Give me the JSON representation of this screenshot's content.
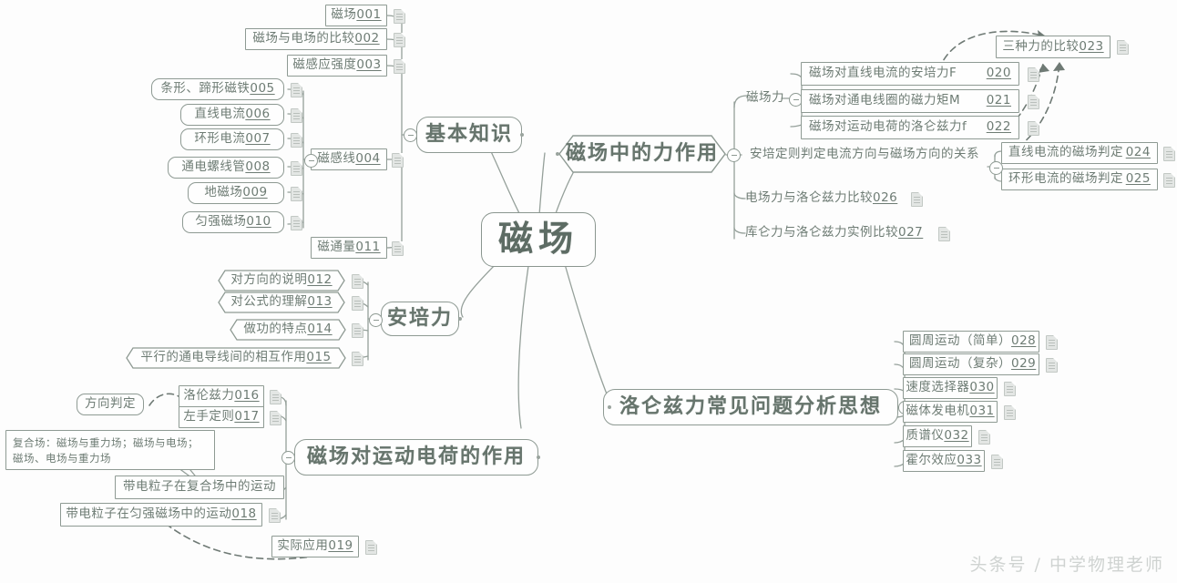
{
  "central": {
    "title": "磁场"
  },
  "watermark": "头条号 / 中学物理老师",
  "branches": {
    "basic": {
      "label": "基本知识"
    },
    "force": {
      "label": "磁场中的力作用"
    },
    "ampere": {
      "label": "安培力"
    },
    "moving_charge": {
      "label": "磁场对运动电荷的作用"
    },
    "lorentz_analysis": {
      "label": "洛仑兹力常见问题分析思想"
    }
  },
  "groups": {
    "magnetic_force": "磁场力",
    "direction_judge": "方向判定"
  },
  "nodes": {
    "n001": {
      "label": "磁场",
      "code": "001"
    },
    "n002": {
      "label": "磁场与电场的比较",
      "code": "002"
    },
    "n003": {
      "label": "磁感应强度",
      "code": "003"
    },
    "n004": {
      "label": "磁感线",
      "code": "004"
    },
    "n005": {
      "label": "条形、蹄形磁铁",
      "code": "005"
    },
    "n006": {
      "label": "直线电流",
      "code": "006"
    },
    "n007": {
      "label": "环形电流",
      "code": "007"
    },
    "n008": {
      "label": "通电螺线管",
      "code": "008"
    },
    "n009": {
      "label": "地磁场",
      "code": "009"
    },
    "n010": {
      "label": "匀强磁场",
      "code": "010"
    },
    "n011": {
      "label": "磁通量",
      "code": "011"
    },
    "n012": {
      "label": "对方向的说明",
      "code": "012"
    },
    "n013": {
      "label": "对公式的理解",
      "code": "013"
    },
    "n014": {
      "label": "做功的特点",
      "code": "014"
    },
    "n015": {
      "label": "平行的通电导线间的相互作用",
      "code": "015"
    },
    "n016": {
      "label": "洛伦兹力",
      "code": "016"
    },
    "n017": {
      "label": "左手定则",
      "code": "017"
    },
    "n018": {
      "label": "带电粒子在匀强磁场中的运动",
      "code": "018"
    },
    "n019": {
      "label": "实际应用",
      "code": "019"
    },
    "n020": {
      "label": "磁场对直线电流的安培力F",
      "code": "020"
    },
    "n021": {
      "label": "磁场对通电线圈的磁力矩M",
      "code": "021"
    },
    "n022": {
      "label": "磁场对运动电荷的洛仑兹力f",
      "code": "022"
    },
    "n023": {
      "label": "三种力的比较",
      "code": "023"
    },
    "n024": {
      "label": "直线电流的磁场判定",
      "code": "024"
    },
    "n025": {
      "label": "环形电流的磁场判定",
      "code": "025"
    },
    "n026": {
      "label": "电场力与洛仑兹力比较",
      "code": "026"
    },
    "n027": {
      "label": "库仑力与洛仑兹力实例比较",
      "code": "027"
    },
    "n028": {
      "label": "圆周运动（简单）",
      "code": "028"
    },
    "n029": {
      "label": "圆周运动（复杂）",
      "code": "029"
    },
    "n030": {
      "label": "速度选择器",
      "code": "030"
    },
    "n031": {
      "label": "磁体发电机",
      "code": "031"
    },
    "n032": {
      "label": "质谱仪",
      "code": "032"
    },
    "n033": {
      "label": "霍尔效应",
      "code": "033"
    },
    "ampere_rule": {
      "label": "安培定则判定电流方向与磁场方向的关系",
      "code": ""
    },
    "composite_field": {
      "label": "复合场：磁场与重力场；磁场与电场；\n磁场、电场与重力场",
      "code": ""
    },
    "charge_in_composite": {
      "label": "带电粒子在复合场中的运动",
      "code": ""
    }
  },
  "colors": {
    "stroke": "#8e9a93",
    "text": "#6e7c74",
    "background": "#fdfdfd",
    "watermark": "#cfd3d1"
  }
}
